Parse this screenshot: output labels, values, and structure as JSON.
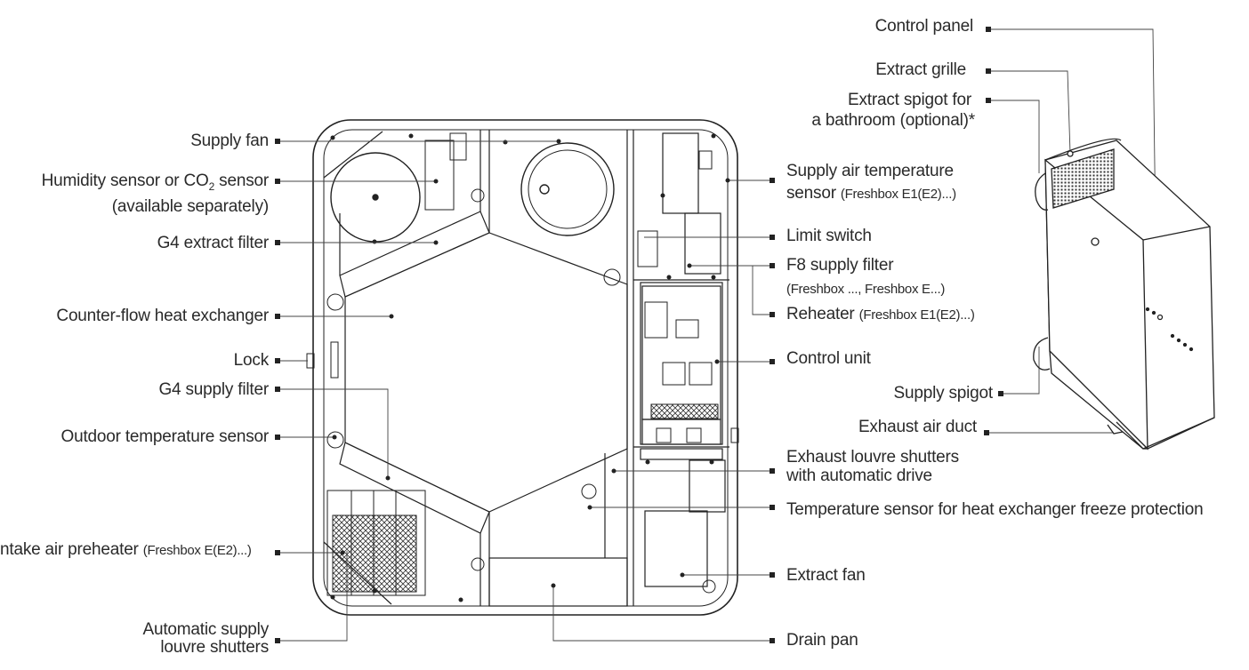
{
  "labels": {
    "supply_fan": "Supply fan",
    "humidity_sensor_a": "Humidity sensor or CO",
    "humidity_sensor_sub": "2",
    "humidity_sensor_b": " sensor",
    "humidity_sensor_note": "(available separately)",
    "g4_extract_filter": "G4 extract filter",
    "counterflow_hx": "Counter-flow heat exchanger",
    "lock": "Lock",
    "g4_supply_filter": "G4 supply filter",
    "outdoor_temp_sensor": "Outdoor temperature sensor",
    "intake_preheater": "ntake air preheater",
    "intake_preheater_note": "(Freshbox E(E2)...)",
    "auto_supply_louvre_1": "Automatic supply",
    "auto_supply_louvre_2": "louvre shutters",
    "supply_air_temp_1": "Supply air temperature",
    "supply_air_temp_2": "sensor",
    "supply_air_temp_note": "(Freshbox E1(E2)...)",
    "limit_switch": "Limit switch",
    "f8_supply_filter": "F8 supply filter",
    "f8_supply_filter_note": "(Freshbox ..., Freshbox E...)",
    "reheater": "Reheater",
    "reheater_note": "(Freshbox E1(E2)...)",
    "control_unit": "Control unit",
    "exhaust_louvre_1": "Exhaust louvre shutters",
    "exhaust_louvre_2": "with automatic drive",
    "temp_sensor_freeze": "Temperature sensor for heat exchanger freeze protection",
    "extract_fan": "Extract fan",
    "drain_pan": "Drain pan",
    "control_panel": "Control panel",
    "extract_grille": "Extract grille",
    "extract_spigot_1": "Extract spigot for",
    "extract_spigot_2": "a bathroom (optional)*",
    "supply_spigot": "Supply spigot",
    "exhaust_air_duct": "Exhaust air duct"
  }
}
